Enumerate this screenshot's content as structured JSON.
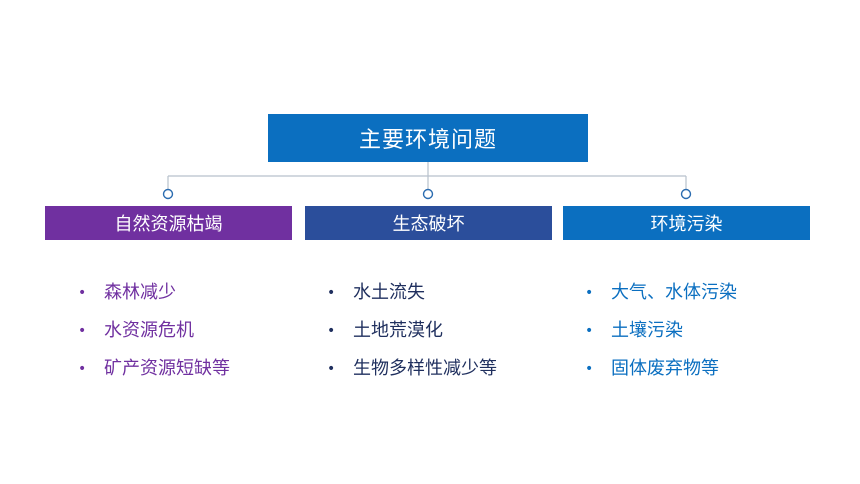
{
  "title": "主要环境问题",
  "categories": [
    {
      "label": "自然资源枯竭",
      "items": [
        "森林减少",
        "水资源危机",
        "矿产资源短缺等"
      ]
    },
    {
      "label": "生态破坏",
      "items": [
        "水土流失",
        "土地荒漠化",
        "生物多样性减少等"
      ]
    },
    {
      "label": "环境污染",
      "items": [
        "大气、水体污染",
        "土壤污染",
        "固体废弃物等"
      ]
    }
  ],
  "colors": {
    "root": "#0b6fc0",
    "category_1": "#7030a0",
    "category_2": "#2b4e9b",
    "category_3": "#0b6fc0",
    "connector": "#b8c0cc",
    "node_ring": "#2b6cb0"
  },
  "bullet_symbol": "•"
}
